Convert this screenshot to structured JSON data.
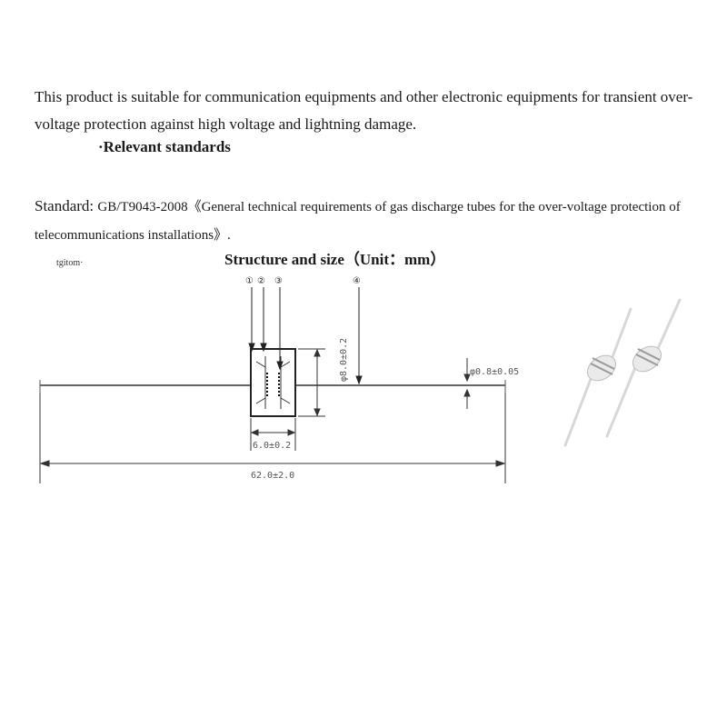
{
  "intro": {
    "text": "This product is suitable for communication equipments and other electronic equipments for transient over-voltage protection against high voltage and lightning damage."
  },
  "standards_heading": "·Relevant standards",
  "standard": {
    "label": "Standard: ",
    "text": "GB/T9043-2008《General technical requirements of gas discharge tubes for the over-voltage protection of telecommunications installations》."
  },
  "diagram": {
    "brand": "tgitom·",
    "title": "Structure and size（Unit：mm）",
    "callouts": [
      "①",
      "②",
      "③",
      "④"
    ],
    "dimensions": {
      "body_diameter": "φ8.0±0.2",
      "lead_diameter": "φ0.8±0.05",
      "body_length": "6.0±0.2",
      "total_length": "62.0±2.0"
    }
  }
}
